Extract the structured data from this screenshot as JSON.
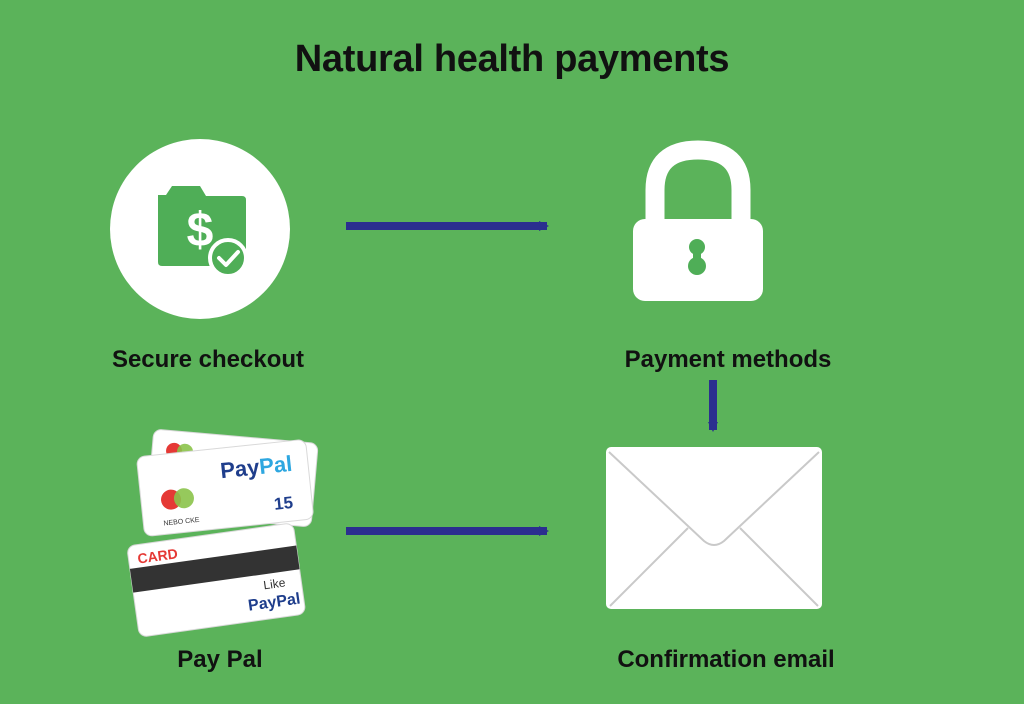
{
  "title": "Natural health payments",
  "nodes": {
    "secure_checkout": {
      "label": "Secure checkout",
      "icon": "money-check-icon"
    },
    "payment_methods": {
      "label": "Payment methods",
      "icon": "padlock-icon"
    },
    "paypal": {
      "label": "Pay Pal",
      "icon": "payment-cards-icon"
    },
    "confirmation_email": {
      "label": "Confirmation email",
      "icon": "envelope-icon"
    }
  },
  "edges": [
    {
      "from": "secure_checkout",
      "to": "payment_methods"
    },
    {
      "from": "payment_methods",
      "to": "confirmation_email"
    },
    {
      "from": "paypal",
      "to": "confirmation_email"
    }
  ],
  "icon_text": {
    "dollar": "$",
    "card_brand": "PayPal",
    "card_brand_front": "PayPal",
    "card_amount": "15",
    "card_small": "NEBO CKE",
    "card_title": "CARD",
    "card_sign": "Like"
  },
  "colors": {
    "background": "#5bb35a",
    "arrow": "#2b2f8f",
    "icon_green": "#4fae57",
    "white": "#ffffff",
    "text": "#111111",
    "paypal_dark": "#1f3e8c",
    "paypal_light": "#2ea7e0",
    "card_red": "#e53935"
  }
}
